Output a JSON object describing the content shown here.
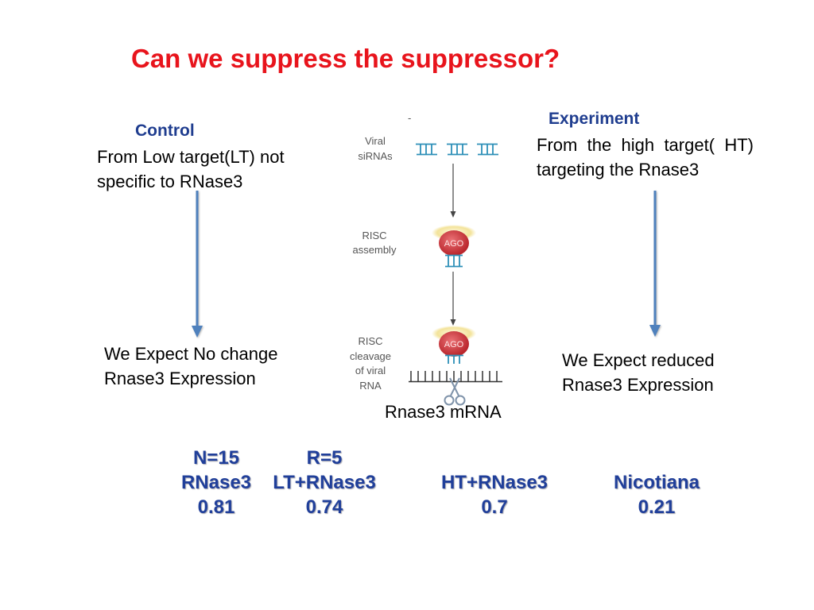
{
  "slide": {
    "title": "Can we suppress the suppressor?"
  },
  "control": {
    "heading": "Control",
    "description": [
      "From Low target(LT) not",
      "specific to RNase3"
    ],
    "expectation": [
      "We Expect No change",
      "Rnase3 Expression"
    ]
  },
  "experiment": {
    "heading": "Experiment",
    "description": [
      "From the high target( HT)",
      "targeting the Rnase3"
    ],
    "expectation": [
      "We Expect reduced",
      "Rnase3 Expression"
    ]
  },
  "diagram": {
    "dash": "-",
    "steps": [
      {
        "label": [
          "Viral",
          "siRNAs"
        ]
      },
      {
        "label": [
          "RISC",
          "assembly"
        ]
      },
      {
        "label": [
          "RISC",
          "cleavage",
          "of viral",
          "RNA"
        ]
      }
    ],
    "ago_label": "AGO",
    "target_label": "Rnase3 mRNA",
    "icons": [
      "sirna-duplex-icon",
      "ago-protein-icon",
      "guide-strand-icon",
      "rna-strand-icon",
      "scissors-icon",
      "arrow-down-icon"
    ]
  },
  "results": {
    "columns": [
      {
        "header": "N=15",
        "label": "RNase3",
        "value": "0.81"
      },
      {
        "header": "R=5",
        "label": "LT+RNase3",
        "value": "0.74"
      },
      {
        "label": "HT+RNase3",
        "value": "0.7"
      },
      {
        "label": "Nicotiana",
        "value": "0.21"
      }
    ]
  },
  "colors": {
    "title": "#e8141c",
    "heading": "#1f3d8f",
    "body_text": "#000000",
    "arrow": "#4f81bd",
    "results_text": "#203f9a",
    "sirna": "#2e90b8",
    "ago": "#b8232a",
    "ago_halo": "#f3e39a",
    "diagram_label": "#555555"
  }
}
